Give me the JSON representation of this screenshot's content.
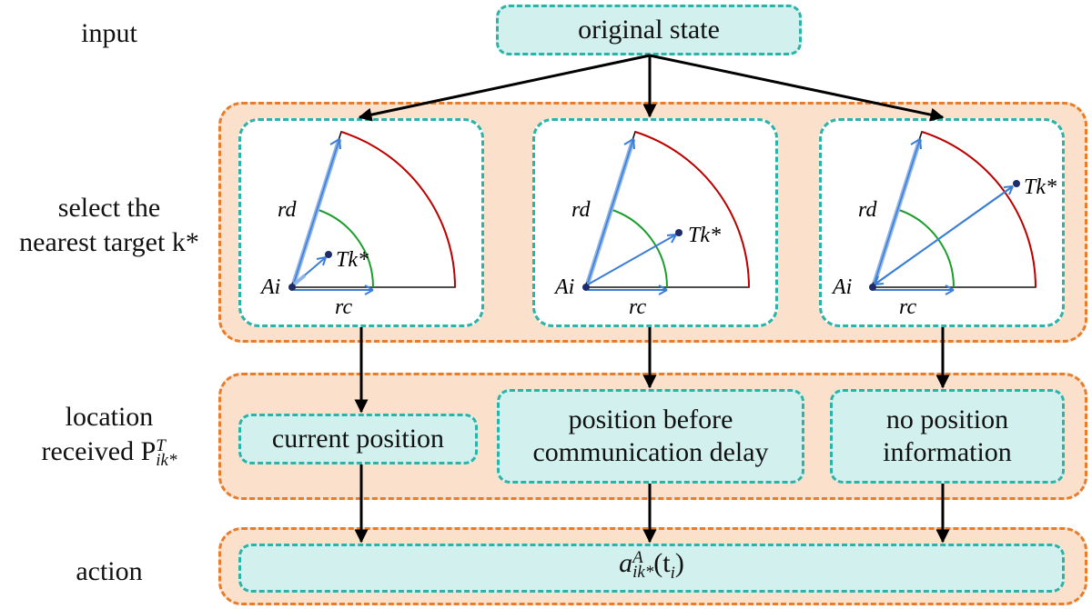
{
  "row_labels": {
    "input": "input",
    "select_line1": "select the",
    "select_line2": "nearest target k*",
    "location_line1": "location",
    "location_line2": "received P",
    "location_sup": "T",
    "location_sub": "ik*",
    "action": "action"
  },
  "original_state": "original state",
  "panels": [
    {
      "rd": "rd",
      "rc": "rc",
      "agent": "Ai",
      "target": "Tk*"
    },
    {
      "rd": "rd",
      "rc": "rc",
      "agent": "Ai",
      "target": "Tk*"
    },
    {
      "rd": "rd",
      "rc": "rc",
      "agent": "Ai",
      "target": "Tk*"
    }
  ],
  "location_boxes": [
    {
      "line1": "current position",
      "line2": ""
    },
    {
      "line1": "position before",
      "line2": "communication delay"
    },
    {
      "line1": "no position",
      "line2": "information"
    }
  ],
  "action_box": {
    "base": "a",
    "sup": "A",
    "sub": "ik*",
    "arg": "(t",
    "arg_sub": "i",
    "close": ")"
  },
  "colors": {
    "band_fill": "#fbe1cc",
    "band_border": "#e87c2a",
    "teal_fill": "#d2f1ee",
    "teal_border": "#2cb3a8",
    "outer_arc": "#c00000",
    "inner_arc": "#1a9e2a",
    "vector": "#3b7ed6",
    "dot": "#1f2a6b"
  }
}
